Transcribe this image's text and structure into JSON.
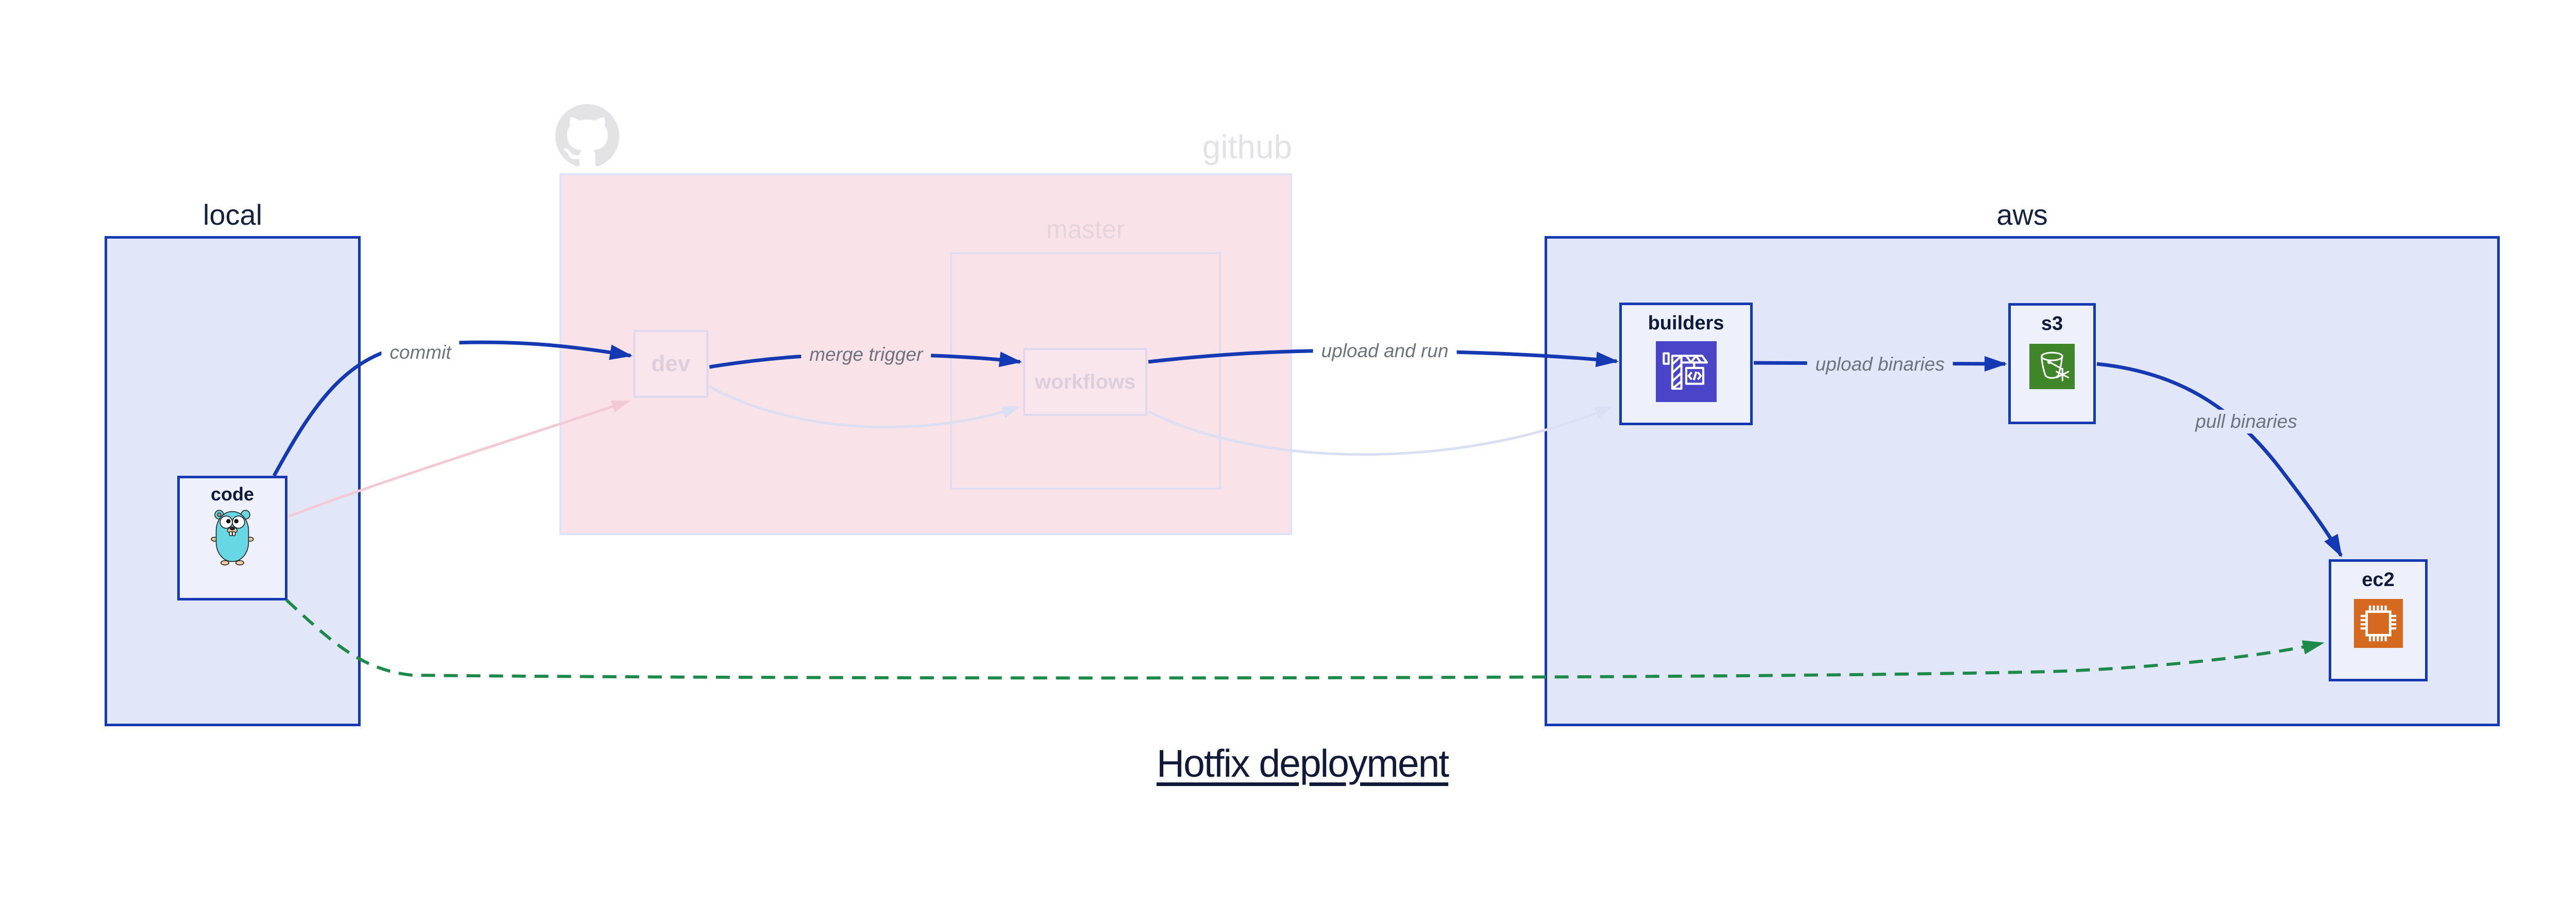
{
  "diagram": {
    "title": "Hotfix deployment",
    "containers": {
      "local": {
        "label": "local"
      },
      "github": {
        "label": "github"
      },
      "master": {
        "label": "master"
      },
      "aws": {
        "label": "aws"
      }
    },
    "nodes": {
      "code": {
        "label": "code",
        "icon": "go-gopher-icon"
      },
      "dev": {
        "label": "dev"
      },
      "workflows": {
        "label": "workflows"
      },
      "builders": {
        "label": "builders",
        "icon": "codebuild-crane-icon"
      },
      "s3": {
        "label": "s3",
        "icon": "s3-bucket-icon"
      },
      "ec2": {
        "label": "ec2",
        "icon": "ec2-chip-icon"
      }
    },
    "edges": {
      "commit": {
        "label": "commit",
        "from": "code",
        "to": "dev",
        "style": "solid-blue"
      },
      "merge_trigger": {
        "label": "merge trigger",
        "from": "dev",
        "to": "workflows",
        "style": "solid-blue"
      },
      "upload_and_run": {
        "label": "upload and run",
        "from": "workflows",
        "to": "builders",
        "style": "solid-blue"
      },
      "upload_binaries": {
        "label": "upload binaries",
        "from": "builders",
        "to": "s3",
        "style": "solid-blue"
      },
      "pull_binaries": {
        "label": "pull binaries",
        "from": "s3",
        "to": "ec2",
        "style": "solid-blue"
      },
      "hotfix_path": {
        "label": "",
        "from": "code",
        "to": "ec2",
        "style": "dashed-green"
      },
      "faded_code_to_dev": {
        "label": "",
        "style": "faded-pink"
      },
      "faded_dev_to_workflows": {
        "label": "",
        "style": "faded-lavender"
      },
      "faded_workflows_to_builders": {
        "label": "",
        "style": "faded-lavender"
      }
    },
    "colors": {
      "accent_blue": "#1539b2",
      "container_fill": "#e1e7f9",
      "node_fill": "#eef1fc",
      "github_fill": "#f9e2e8",
      "github_border": "#dde3f8",
      "faded_node_fill": "#f8e6ec",
      "faded_node_border": "#ded9ef",
      "faded_node_text": "#dccfdb",
      "master_label_text": "#e6d4dd",
      "github_label_text": "#e3e3e7",
      "edge_label_gray": "#6e747d",
      "hotfix_green": "#1e8a4a",
      "faded_pink": "#f3c9d5",
      "faded_lavender": "#dadff4",
      "codebuild_indigo": "#4a45c8",
      "s3_green": "#3e8629",
      "ec2_orange": "#d4691f",
      "gopher_teal": "#67d7e4",
      "title_text": "#111a38"
    }
  }
}
